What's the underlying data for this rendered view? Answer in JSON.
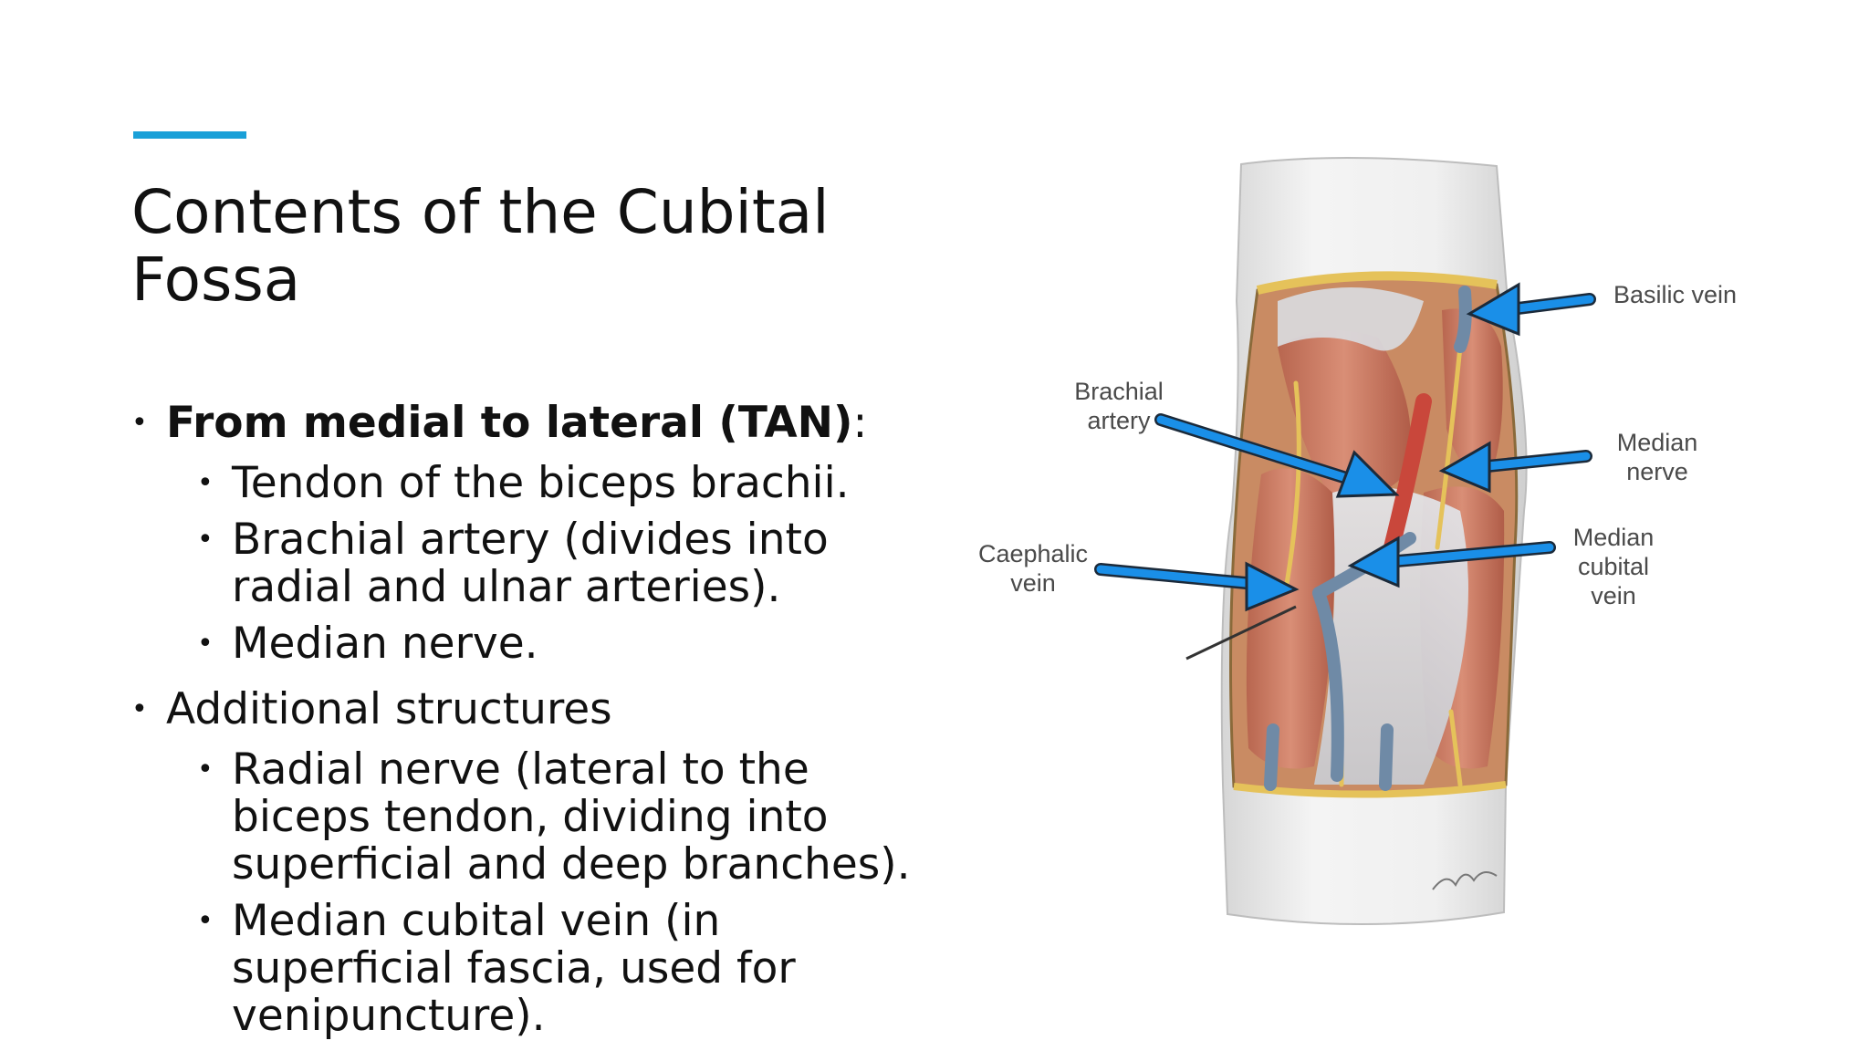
{
  "slide": {
    "title": "Contents of the Cubital Fossa",
    "bullets": {
      "b1_bold": "From medial to lateral (TAN)",
      "b1_rest": ":",
      "b1_1": "Tendon of the biceps brachii.",
      "b1_2": "Brachial artery (divides into radial and ulnar arteries).",
      "b1_3": "Median nerve.",
      "b2": "Additional structures",
      "b2_1": "Radial nerve (lateral to the biceps tendon, dividing into superficial and deep branches).",
      "b2_2": "Median cubital vein (in superficial fascia, used for venipuncture)."
    }
  },
  "diagram": {
    "labels": {
      "basilic_vein": "Basilic vein",
      "brachial_1": "Brachial",
      "brachial_2": "artery",
      "median_nerve_1": "Median",
      "median_nerve_2": "nerve",
      "caephalic_1": "Caephalic",
      "caephalic_2": "vein",
      "mcv_1": "Median",
      "mcv_2": "cubital",
      "mcv_3": "vein"
    },
    "arrow_color": "#1a8fe8",
    "accent_color": "#1aa0d8"
  }
}
